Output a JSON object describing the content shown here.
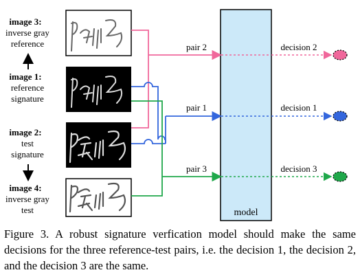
{
  "images": [
    {
      "title": "image 3:",
      "lines": [
        "inverse gray",
        "reference"
      ]
    },
    {
      "title": "image 1:",
      "lines": [
        "reference",
        "signature"
      ]
    },
    {
      "title": "image 2:",
      "lines": [
        "test",
        "signature"
      ]
    },
    {
      "title": "image 4:",
      "lines": [
        "inverse gray",
        "test"
      ]
    }
  ],
  "pairs": [
    {
      "label": "pair 2",
      "decision": "decision 2",
      "color": "#f0679b"
    },
    {
      "label": "pair 1",
      "decision": "decision 1",
      "color": "#3366dd"
    },
    {
      "label": "pair 3",
      "decision": "decision 3",
      "color": "#1fa84a"
    }
  ],
  "model_label": "model",
  "model_color": "#cce9f9",
  "caption": "Figure 3. A robust signature verfication model should make the same decisions for the three reference-test pairs, i.e. the decision 1, the decision 2, and the decision 3 are the same."
}
